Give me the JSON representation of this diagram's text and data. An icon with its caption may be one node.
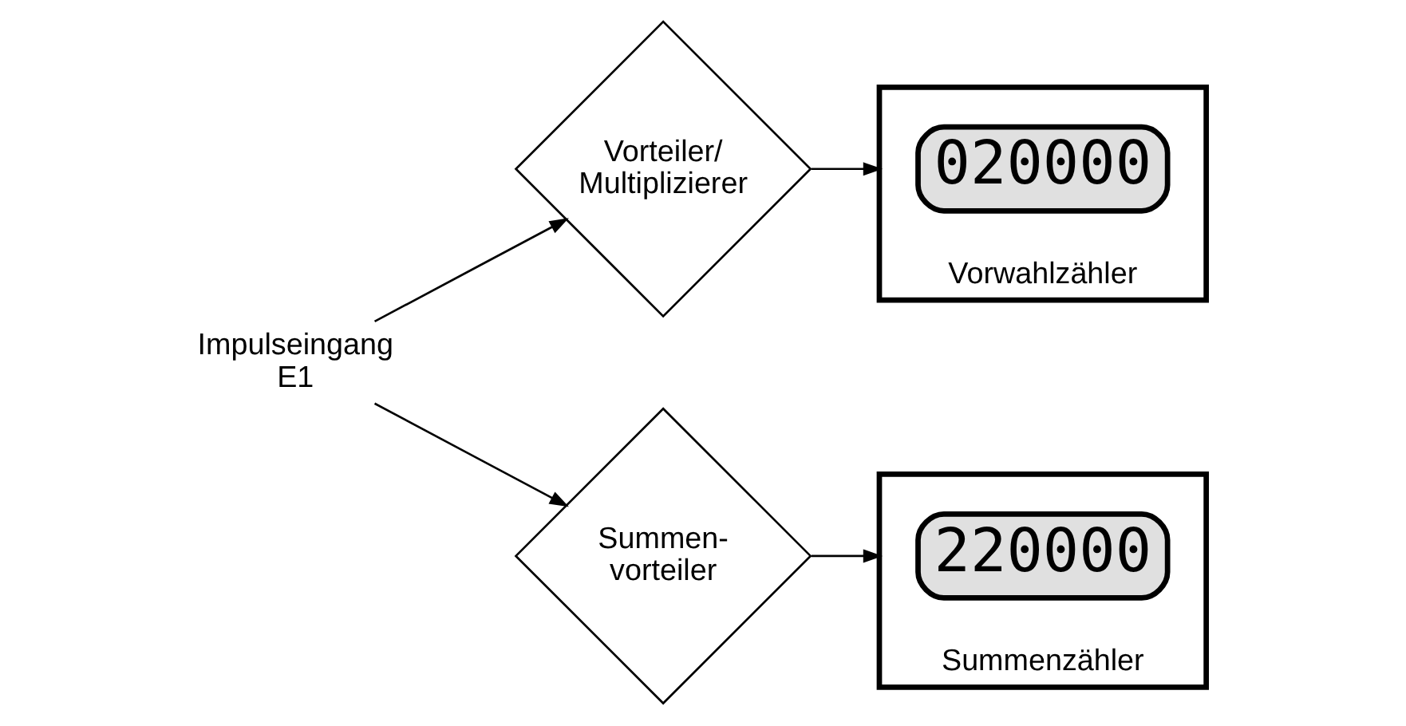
{
  "diagram": {
    "nodes": [
      {
        "text": [
          "Impulseingang",
          "E1"
        ]
      },
      {
        "text": [
          "Vorteiler/ Multiplizierer"
        ]
      },
      {
        "text": [
          "Vorwahlzähler"
        ]
      },
      {
        "text": [
          "020000"
        ],
        "in": 2
      },
      {
        "text": [
          "Summen- vorteiler"
        ]
      },
      {
        "text": [
          "Summenzähler"
        ]
      },
      {
        "text": [
          "220000"
        ],
        "in": 5
      }
    ],
    "edges": [
      {
        "from": 0,
        "to": 1,
        "arrow": "to"
      },
      {
        "from": 1,
        "to": 2,
        "arrow": "to"
      },
      {
        "from": 0,
        "to": 4,
        "arrow": "to"
      },
      {
        "from": 4,
        "to": 5,
        "arrow": "to"
      }
    ]
  }
}
